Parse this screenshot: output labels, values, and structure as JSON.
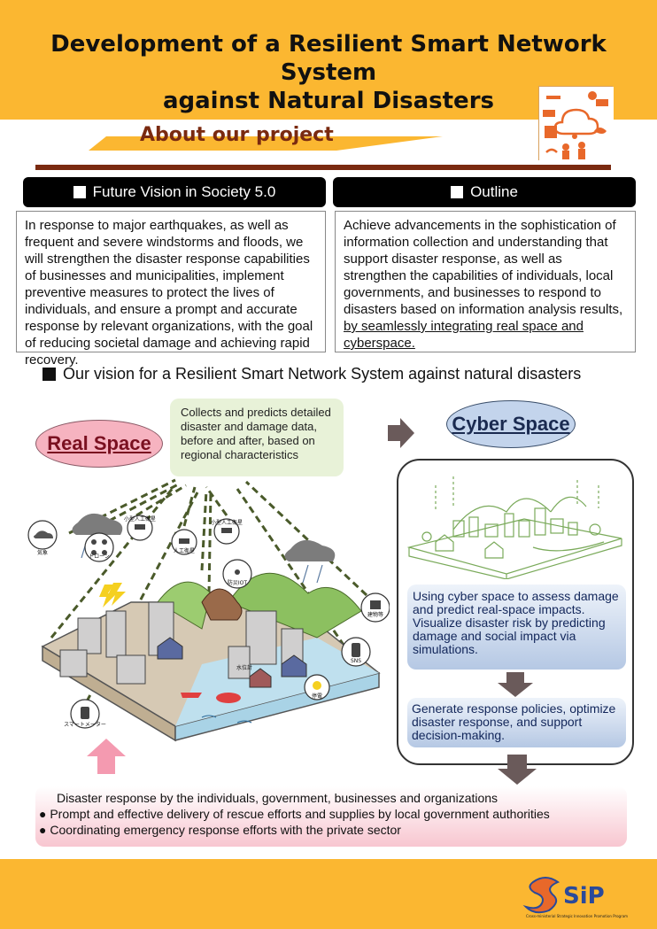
{
  "header": {
    "title_line1": "Development of a Resilient Smart Network System",
    "title_line2": "against Natural Disasters",
    "about": "About our project"
  },
  "colors": {
    "header_band": "#fbb731",
    "accent": "#7a2a10",
    "real_space": "#f6b3c0",
    "cyber_space": "#c3d4ec"
  },
  "future_vision": {
    "heading": "Future Vision in Society 5.0",
    "body": "In response to major earthquakes, as well as frequent and severe windstorms and floods, we will strengthen the disaster response capabilities of businesses and municipalities, implement preventive measures to protect the lives of individuals, and ensure a prompt and accurate response by relevant organizations, with the goal of reducing societal damage and achieving rapid recovery."
  },
  "outline": {
    "heading": "Outline",
    "body": "Achieve advancements in the sophistication of information collection and understanding that support disaster response, as well as strengthen the capabilities of individuals, local governments, and businesses to respond to disasters based on information analysis results, ",
    "body_underlined": "by seamlessly integrating real space and cyberspace."
  },
  "vision": {
    "heading": "Our vision for a Resilient Smart Network System against natural disasters",
    "collect_box": "Collects and predicts detailed disaster and damage data, before and after, based on regional characteristics",
    "real_space": "Real Space",
    "cyber_space": "Cyber Space",
    "cyber_box1": "Using cyber space to assess damage and predict real-space impacts.\nVisualize disaster risk by predicting damage and social impact via simulations.",
    "cyber_box2": "Generate response policies, optimize disaster response, and support decision-making.",
    "sensors": {
      "weather": "気象",
      "drone": "ドローン",
      "small_sat1": "小型人工衛星",
      "satellite": "人工衛星",
      "small_sat2": "小型人工衛星",
      "iot": "防災IOT",
      "camera": "建物等",
      "sns": "SNS",
      "water_gauge": "水位計",
      "power_outage": "停電",
      "smart_meter": "スマートメーター"
    }
  },
  "bottom": {
    "lead": "Disaster response by the individuals, government, businesses and organizations",
    "bullets": [
      "● Prompt and effective delivery of rescue efforts and supplies by local government authorities",
      "● Coordinating emergency response efforts with the private sector"
    ]
  },
  "footer": {
    "logo_text": "SiP",
    "logo_sub": "Cross-ministerial Strategic Innovation Promotion Program"
  }
}
